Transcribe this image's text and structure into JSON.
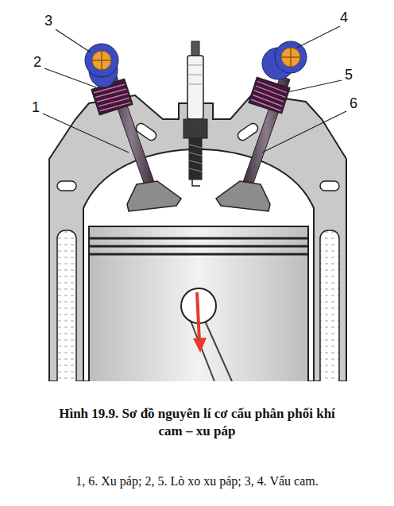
{
  "diagram": {
    "caption": "Hình 19.9. Sơ đồ nguyên lí cơ cấu phân phối khí cam – xu páp",
    "labels": [
      "3",
      "2",
      "1",
      "4",
      "5",
      "6",
      "1, 6. Xu páp; 2, 5. Lò xo xu páp; 3, 4. Vấu cam."
    ]
  }
}
